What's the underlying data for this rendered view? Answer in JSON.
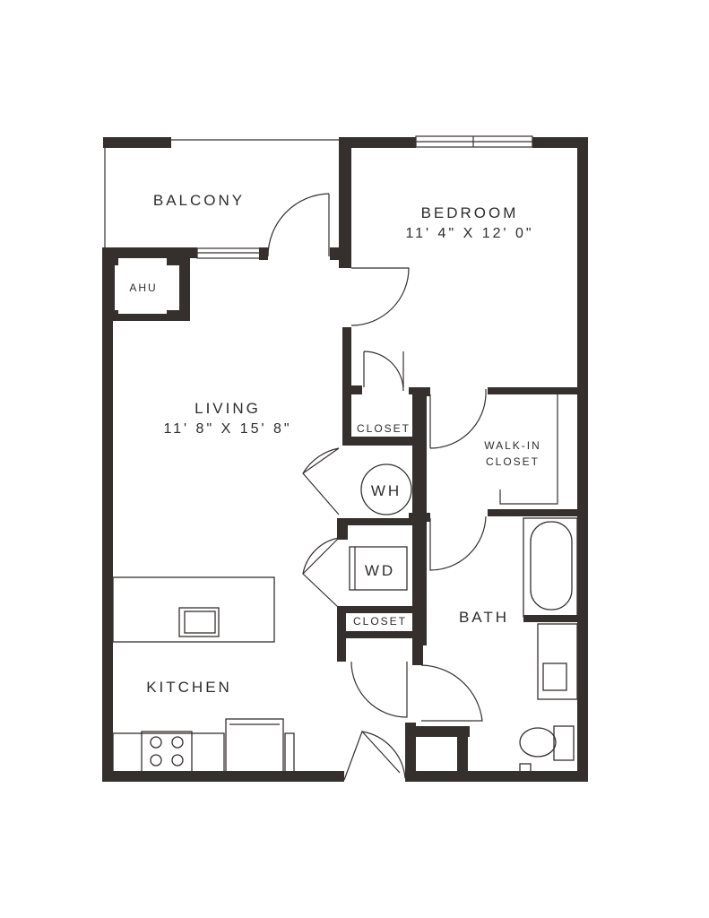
{
  "plan": {
    "rooms": {
      "balcony": "BALCONY",
      "bedroom": "BEDROOM",
      "bedroom_size": "11' 4\" X 12' 0\"",
      "ahu": "AHU",
      "living": "LIVING",
      "living_size": "11' 8\" X 15' 8\"",
      "closet_upper": "CLOSET",
      "walk_in": "WALK-IN",
      "walk_in_2": "CLOSET",
      "water_heater": "WH",
      "washer_dryer": "WD",
      "closet_lower": "CLOSET",
      "bath": "BATH",
      "kitchen": "KITCHEN"
    },
    "wall_color": "#35302e"
  }
}
